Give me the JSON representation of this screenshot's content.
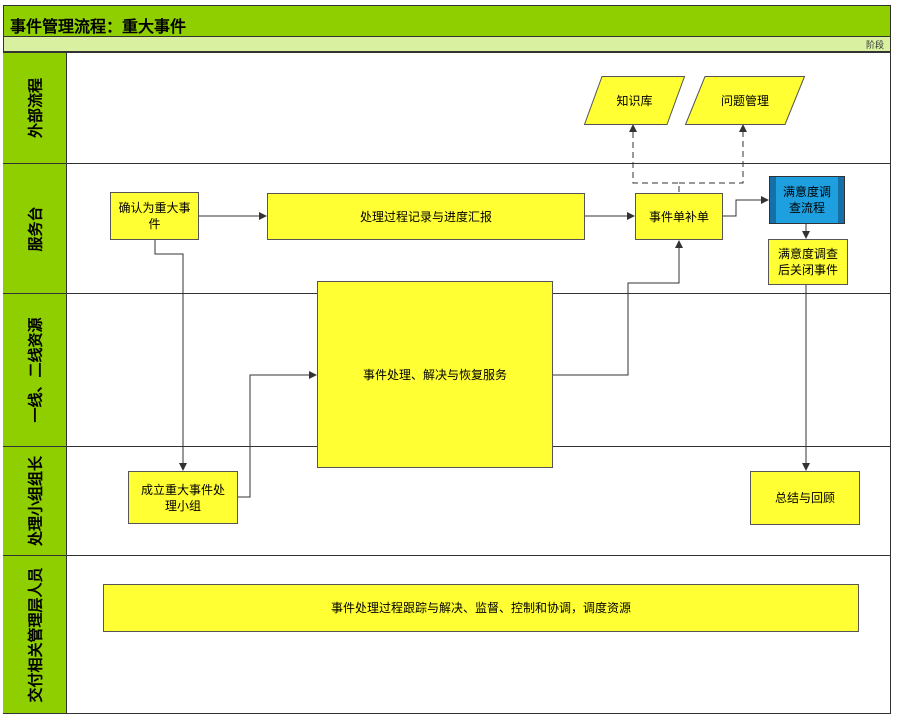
{
  "title": "事件管理流程：重大事件",
  "stage_label": "阶段",
  "lanes": {
    "external": "外部流程",
    "service_desk": "服务台",
    "support": "一线、二线资源",
    "team": "处理小组组长",
    "management": "交付相关管理层人员"
  },
  "nodes": {
    "knowledge_base": "知识库",
    "problem_mgmt": "问题管理",
    "confirm_major": "确认为重大事件",
    "record_progress": "处理过程记录与进度汇报",
    "ticket_supplement": "事件单补单",
    "satisfaction_process": "满意度调查流程",
    "close_after_survey": "满意度调查后关闭事件",
    "handle_resolve": "事件处理、解决与恢复服务",
    "form_team": "成立重大事件处理小组",
    "summary_review": "总结与回顾",
    "mgmt_track": "事件处理过程跟踪与解决、监督、控制和协调，调度资源"
  },
  "colors": {
    "lane_header": "#8fcf00",
    "process_box": "#ffff33",
    "subprocess_box": "#1ea0e0"
  }
}
